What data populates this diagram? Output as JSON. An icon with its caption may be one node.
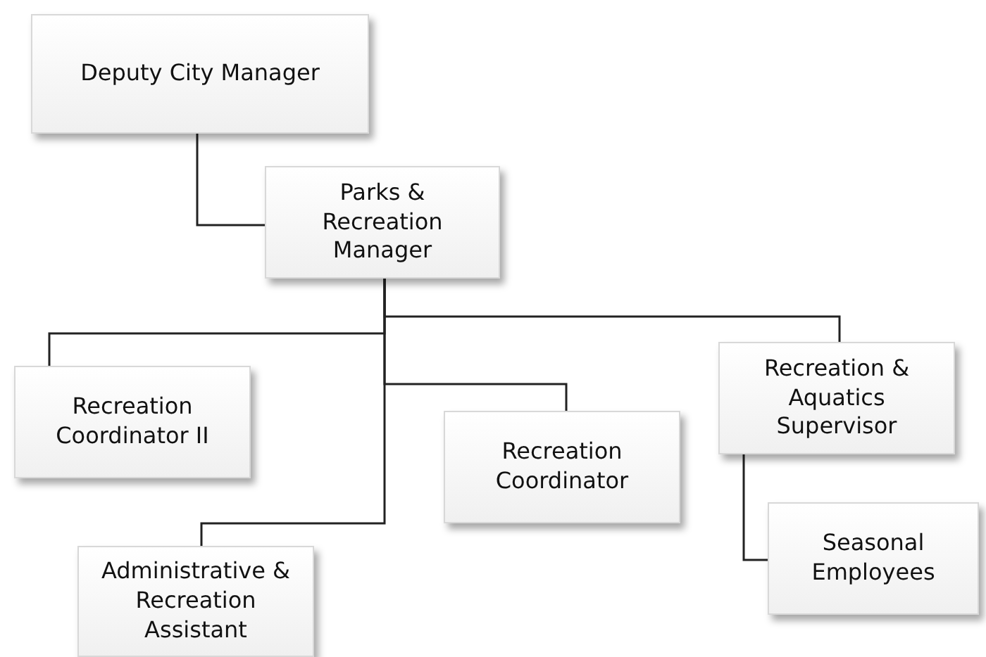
{
  "diagram": {
    "nodes": [
      {
        "text": [
          "Deputy City Manager"
        ]
      },
      {
        "text": [
          "Parks & Recreation Manager"
        ]
      },
      {
        "text": [
          "Recreation Coordinator II"
        ]
      },
      {
        "text": [
          "Recreation Coordinator"
        ]
      },
      {
        "text": [
          "Recreation & Aquatics Supervisor"
        ]
      },
      {
        "text": [
          "Administrative & Recreation Assistant"
        ]
      },
      {
        "text": [
          "Seasonal Employees"
        ]
      }
    ],
    "edges": [
      {
        "from": 0,
        "to": 1,
        "arrow": "none"
      },
      {
        "from": 1,
        "to": 2,
        "arrow": "none"
      },
      {
        "from": 1,
        "to": 4,
        "arrow": "none"
      },
      {
        "from": 1,
        "to": 3,
        "arrow": "none"
      },
      {
        "from": 1,
        "to": 5,
        "arrow": "none"
      },
      {
        "from": 4,
        "to": 6,
        "arrow": "none"
      }
    ]
  }
}
